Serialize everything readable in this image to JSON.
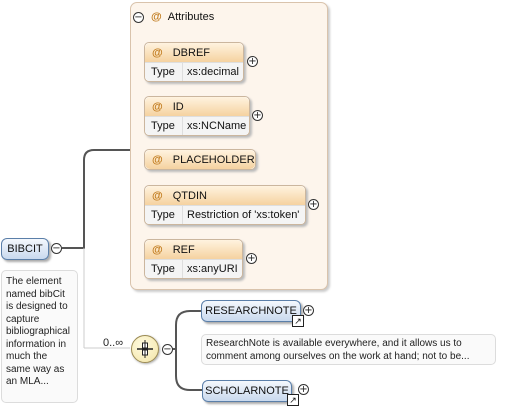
{
  "attributes_group": {
    "label": "Attributes",
    "items": [
      {
        "name": "DBREF",
        "type_label": "Type",
        "type": "xs:decimal"
      },
      {
        "name": "ID",
        "type_label": "Type",
        "type": "xs:NCName"
      },
      {
        "name": "PLACEHOLDER"
      },
      {
        "name": "QTDIN",
        "type_label": "Type",
        "type": "Restriction of 'xs:token'"
      },
      {
        "name": "REF",
        "type_label": "Type",
        "type": "xs:anyURI"
      }
    ]
  },
  "root": {
    "name": "BIBCIT",
    "doc": "The element named bibCit is designed to capture bibliographical information in much the same way as an MLA..."
  },
  "sequence": {
    "occurrence": "0..∞"
  },
  "children": [
    {
      "name": "RESEARCHNOTE",
      "doc": "ResearchNote is available everywhere, and it allows us to comment among ourselves on the work at hand; not to be..."
    },
    {
      "name": "SCHOLARNOTE"
    }
  ],
  "symbols": {
    "collapse": "−",
    "expand": "+",
    "at": "@",
    "link": "↗"
  },
  "colors": {
    "group_bg": "#fdf5ec",
    "attr_header": "#f5d2a0",
    "element_fill": "#c9d9ee",
    "element_border": "#5b7fa9"
  }
}
